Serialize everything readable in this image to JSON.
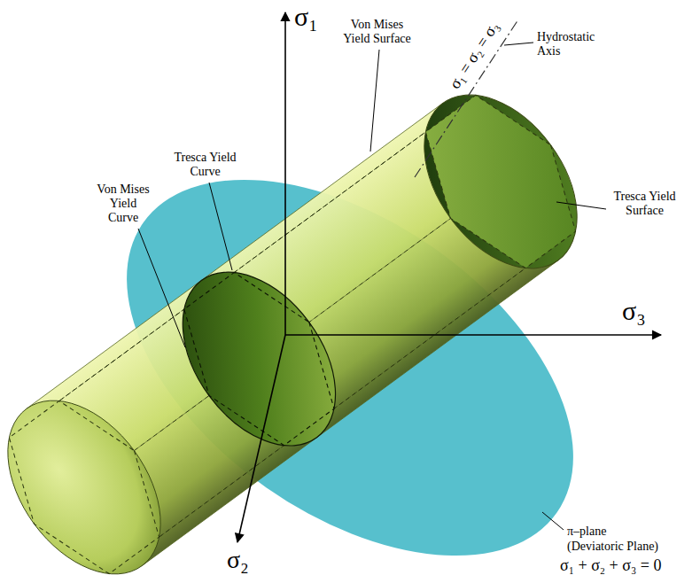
{
  "diagram": {
    "labels": [
      "σ₁",
      "Von Mises Yield Surface",
      "σ₁ = σ₂ = σ₃",
      "Hydrostatic Axis",
      "Tresca Yield Curve",
      "Von Mises Yield Curve",
      "Tresca Yield Surface",
      "σ₃",
      "π–plane",
      "(Deviatoric Plane)",
      "σ₁ + σ₂ + σ₃ = 0",
      "σ₂"
    ]
  }
}
